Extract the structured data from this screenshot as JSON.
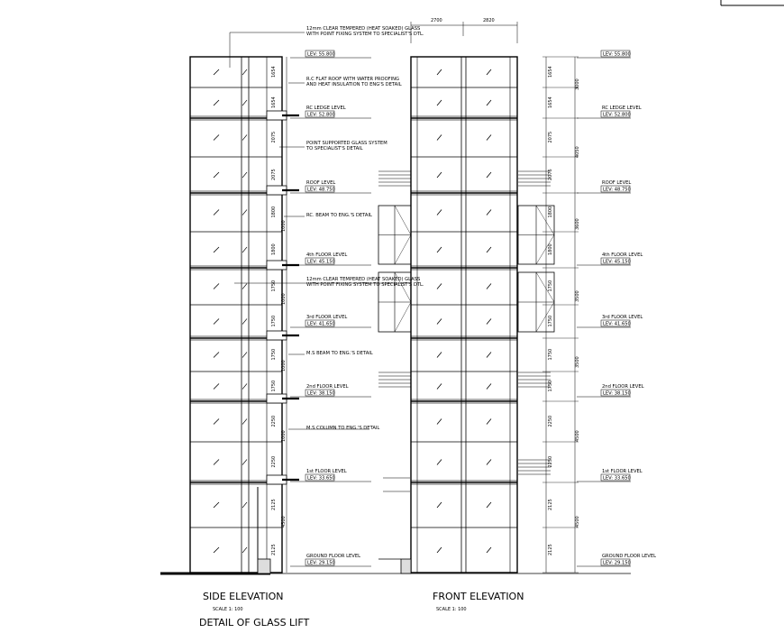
{
  "side_annotations": [
    "12mm CLEAR TEMPERED (HEAT SOAKED) GLASS",
    "WITH POINT FIXING SYSTEM TO SPECIALIST'S DTL.",
    "R.C FLAT ROOF WITH WATER PROOFING",
    "AND HEAT INSULATION TO ENG'S DETAIL",
    "POINT SUPPORTED GLASS SYSTEM",
    "TO SPECIALIST'S DETAIL",
    "RC. BEAM TO ENG.'S DETAIL",
    "12mm CLEAR TEMPERED (HEAT SOAKED) GLASS",
    "WITH POINT FIXING SYSTEM TO SPECIALIST'S DTL.",
    "M.S BEAM TO ENG.'S DETAIL",
    "M.S COLUMN TO ENG.'S DETAIL"
  ],
  "side_levels": [
    {
      "name": "",
      "value": "LEV: 55.800"
    },
    {
      "name": "RC LEDGE LEVEL",
      "value": "LEV: 52.800"
    },
    {
      "name": "ROOF LEVEL",
      "value": "LEV: 48.750"
    },
    {
      "name": "4th FLOOR LEVEL",
      "value": "LEV: 45.150"
    },
    {
      "name": "3rd FLOOR LEVEL",
      "value": "LEV: 41.650"
    },
    {
      "name": "2nd FLOOR LEVEL",
      "value": "LEV: 38.150"
    },
    {
      "name": "1st FLOOR LEVEL",
      "value": "LEV: 33.650"
    },
    {
      "name": "GROUND FLOOR LEVEL",
      "value": "LEV: 29.150"
    }
  ],
  "front_levels": [
    {
      "name": "",
      "value": "LEV: 55.800"
    },
    {
      "name": "RC LEDGE LEVEL",
      "value": "LEV: 52.800"
    },
    {
      "name": "ROOF LEVEL",
      "value": "LEV: 48.750"
    },
    {
      "name": "4th FLOOR LEVEL",
      "value": "LEV: 45.150"
    },
    {
      "name": "3rd FLOOR LEVEL",
      "value": "LEV: 41.650"
    },
    {
      "name": "2nd FLOOR LEVEL",
      "value": "LEV: 38.150"
    },
    {
      "name": "1st FLOOR LEVEL",
      "value": "LEV: 33.650"
    },
    {
      "name": "GROUND FLOOR LEVEL",
      "value": "LEV: 29.150"
    }
  ],
  "side_dims": [
    "1654",
    "1654",
    "2075",
    "2075",
    "1800",
    "1800",
    "1750",
    "1750",
    "1750",
    "1750",
    "2250",
    "2250",
    "2125",
    "2125"
  ],
  "side_dims_outer": [
    "1000",
    "1000",
    "1000",
    "1000",
    "4500"
  ],
  "front_dims": [
    "1654",
    "1654",
    "2075",
    "2075",
    "1800",
    "1800",
    "1750",
    "1750",
    "1750",
    "1750",
    "2250",
    "2250",
    "2125",
    "2125"
  ],
  "front_dims_outer": [
    "3000",
    "4050",
    "3600",
    "3500",
    "3500",
    "4500",
    "4500"
  ],
  "front_top_dims": [
    "2700",
    "2820"
  ],
  "titles": {
    "side": "SIDE ELEVATION",
    "side_scale": "SCALE 1: 100",
    "front": "FRONT ELEVATION",
    "front_scale": "SCALE 1: 100",
    "main": "DETAIL OF GLASS LIFT"
  }
}
